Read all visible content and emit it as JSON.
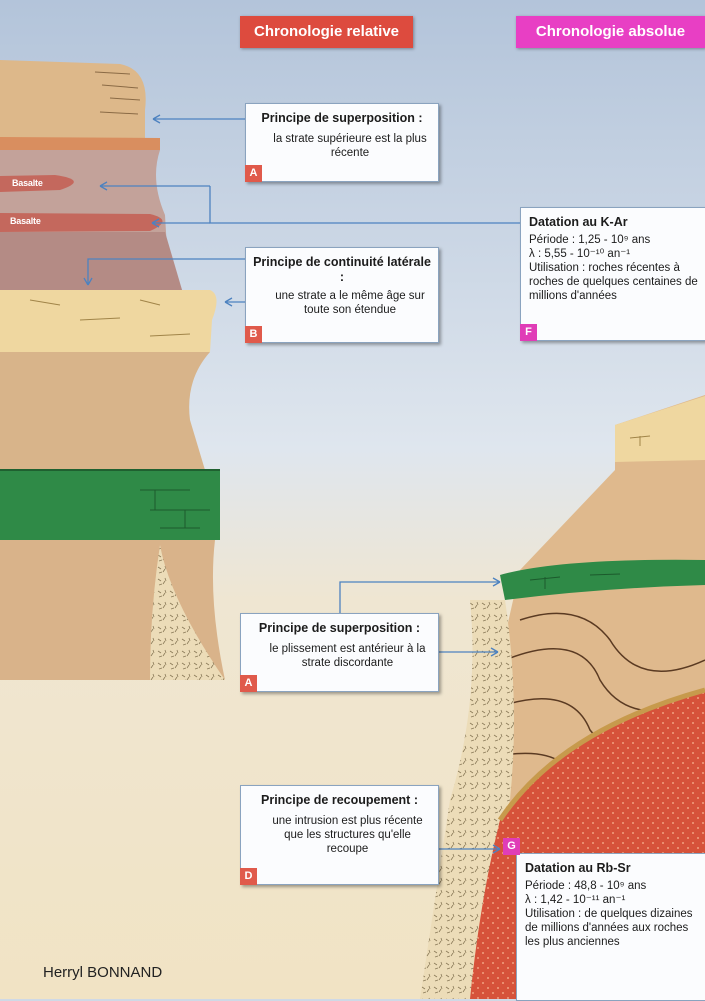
{
  "headers": {
    "relative": "Chronologie relative",
    "absolute": "Chronologie absolue"
  },
  "strata_labels": [
    "Basalte",
    "Basalte"
  ],
  "boxes": {
    "superposition_1": {
      "title": "Principe de superposition :",
      "text": "la strate supérieure est la plus récente",
      "tag": "A"
    },
    "continuite": {
      "title": "Principe de continuité latérale :",
      "text": "une strate a le même âge sur toute son étendue",
      "tag": "B"
    },
    "k_ar": {
      "title": "Datation au K-Ar",
      "lines": [
        "Période : 1,25 - 10⁹ ans",
        "λ : 5,55 - 10⁻¹⁰ an⁻¹",
        "Utilisation : roches récentes à roches de quelques centaines de millions d'années"
      ],
      "tag": "F"
    },
    "superposition_2": {
      "title": "Principe de superposition :",
      "text": "le plissement est antérieur à la strate discordante",
      "tag": "A"
    },
    "recoupement": {
      "title": "Principe de recoupement :",
      "text": "une intrusion est plus récente que les structures qu'elle recoupe",
      "tag": "D"
    },
    "rb_sr": {
      "title": "Datation au Rb-Sr",
      "lines": [
        "Période : 48,8 - 10⁹ ans",
        "λ : 1,42 - 10⁻¹¹ an⁻¹",
        "Utilisation : de quelques dizaines de millions d'années aux roches les plus anciennes"
      ],
      "tag": "G"
    }
  },
  "credit": "Herryl BONNAND",
  "colors": {
    "header_relative": "#dd4b3e",
    "header_absolute": "#e83fc4",
    "tag_red": "#e05a4b",
    "tag_pink": "#e03db7",
    "green_layer": "#2f8a47",
    "granite_red": "#d8553c",
    "sky_top": "#b3c4da",
    "sand": "#f0e3c6"
  }
}
